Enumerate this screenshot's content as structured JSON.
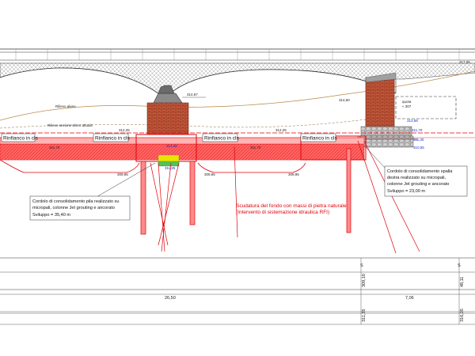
{
  "labels": {
    "rinfianco_1": "Rinfianco in cls",
    "rinfianco_2": "Rinfianco in cls",
    "rinfianco_3": "Rinfianco in cls",
    "rinfianco_4": "Rinfianco in cls",
    "riverbank_note": "Rilievo alveo",
    "flow_note": "Rilievo sezione alveo attuale"
  },
  "callouts": {
    "left_box": [
      "Cordolo di consolidamento pila realizzato su",
      "micropali, colonne Jet grouting e ancorato",
      "Sviluppo = 35,40 m"
    ],
    "right_box": [
      "Cordolo di consolidamento spalla",
      "destra realizzato su micropali,",
      "colonne Jet grouting e ancorato",
      "Sviluppo = 23,00 m"
    ],
    "red_note": [
      "Scudatura del fondo con massi di pietra naturale",
      "(Intervento di sistemazione idraulica RFI)"
    ]
  },
  "elevations": {
    "deck_right": "317,05",
    "pier_top": "314,67",
    "abut_top": "314,60",
    "base_left": "311,70",
    "base_mid": "312,25",
    "base_mid2": "311,70",
    "base_mid3": "312,25",
    "bottom_1": "309,95",
    "bottom_2": "309,95",
    "bottom_3": "309,95",
    "pier_water_1": "313,58",
    "pier_water_2": "311,85",
    "abut_water_1": "313,58",
    "abut_water_2": "311,70",
    "abut_water_3": "311,30",
    "abut_water_4": "310,55",
    "quota": "quota",
    "quota_val": "≈ 307"
  },
  "table": {
    "dist_main": "26,50",
    "dist_right": "7,06",
    "col_left": "S",
    "col_right": "S",
    "elev_v1": "309,10",
    "elev_v2": "311,35",
    "elev_v3": "48,11",
    "elev_v4": "316,05"
  },
  "colors": {
    "red": "#e0000a",
    "brick": "#c4472a",
    "blue": "#1a3ad8",
    "grey": "#9a9a9a"
  }
}
